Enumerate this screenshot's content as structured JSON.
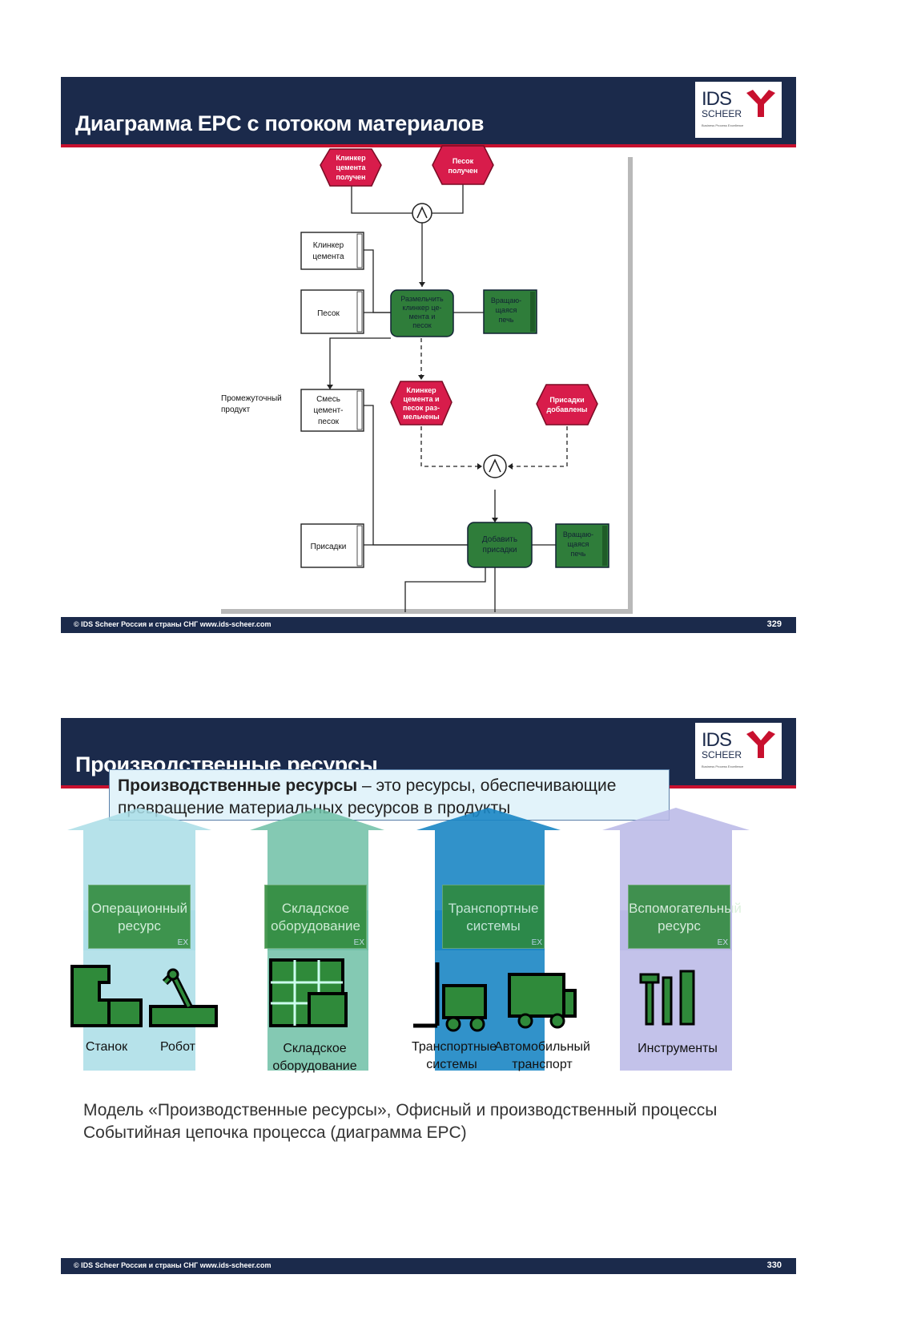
{
  "slide1": {
    "title": "Диаграмма EPC с потоком материалов",
    "logo": {
      "ids": "IDS",
      "scheer": "SCHEER",
      "tagline": "Business Process Excellence"
    },
    "events": {
      "clinker_received": [
        "Клинкер",
        "цемента",
        "получен"
      ],
      "sand_received": [
        "Песок",
        "получен"
      ],
      "ground": [
        "Клинкер",
        "цемента и",
        "песок раз-",
        "мельчены"
      ],
      "additives_added": [
        "Присадки",
        "добавлены"
      ]
    },
    "functions": {
      "grind": [
        "Размельчить",
        "клинкер це-",
        "мента и",
        "песок"
      ],
      "add": [
        "Добавить",
        "присадки"
      ]
    },
    "materials": {
      "clinker": [
        "Клинкер",
        "цемента"
      ],
      "sand": [
        "Песок"
      ],
      "mix": [
        "Смесь",
        "цемент-",
        "песок"
      ],
      "additives": [
        "Присадки"
      ]
    },
    "equipment": {
      "kiln1": [
        "Вращаю-",
        "щаяся",
        "печь"
      ],
      "kiln2": [
        "Вращаю-",
        "щаяся",
        "печь"
      ]
    },
    "intermediate_label": [
      "Промежуточный",
      "продукт"
    ],
    "footer": "© IDS Scheer Россия и страны СНГ   www.ids-scheer.com",
    "page": "329"
  },
  "slide2": {
    "title": "Производственные ресурсы",
    "logo": {
      "ids": "IDS",
      "scheer": "SCHEER",
      "tagline": "Business Process Excellence"
    },
    "definition_bold": "Производственные ресурсы",
    "definition_rest": " – это ресурсы, обеспечивающие превращение материальных ресурсов в продукты",
    "columns": [
      {
        "box": "Операционный ресурс",
        "captions": [
          "Станок",
          "Робот"
        ],
        "color": "#a9dde6"
      },
      {
        "box": "Складское оборудование",
        "captions": [
          "Складское оборудование"
        ],
        "color": "#6fbfa6"
      },
      {
        "box": "Транспортные системы",
        "captions": [
          "Транспортные системы",
          "Автомобильный транспорт"
        ],
        "color": "#1b86c4"
      },
      {
        "box": "Вспомогательный ресурс",
        "captions": [
          "Инструменты"
        ],
        "color": "#b9b7e6"
      }
    ],
    "ex": "EX",
    "bottom_lines": [
      "Модель «Производственные ресурсы», Офисный и производственный процессы",
      "Событийная цепочка процесса (диаграмма EPC)"
    ],
    "footer": "© IDS Scheer Россия и страны СНГ   www.ids-scheer.com",
    "page": "330"
  }
}
